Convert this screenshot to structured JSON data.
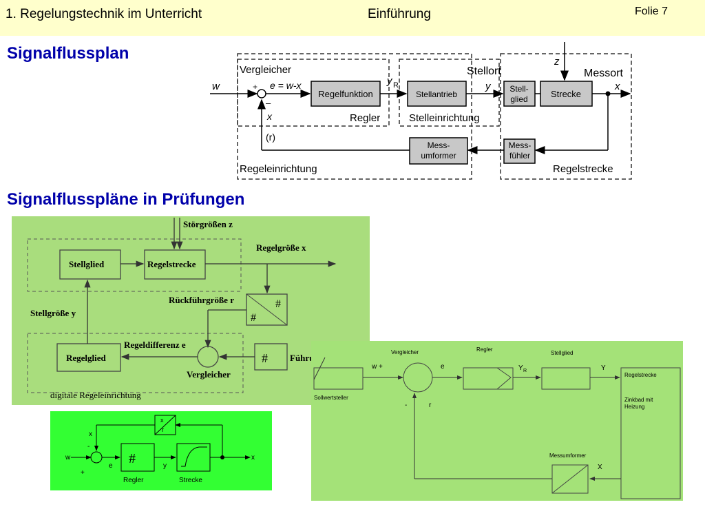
{
  "header": {
    "left": "1. Regelungstechnik im Unterricht",
    "center": "Einführung",
    "slide": "Folie 7"
  },
  "title1": "Signalflussplan",
  "title2": "Signalflusspläne in  Prüfungen",
  "d1": {
    "w": "w",
    "plus": "+",
    "minus": "–",
    "e_eq": "e = w-x",
    "x_fb": "x",
    "r": "(r)",
    "vergleicher": "Vergleicher",
    "regelfunktion": "Regelfunktion",
    "yR_y": "y",
    "yR_R": "R",
    "stellantrieb": "Stellantrieb",
    "y": "y",
    "stellglied1": "Stell-",
    "stellglied2": "glied",
    "strecke": "Strecke",
    "z": "z",
    "x_out": "x",
    "stellort": "Stellort",
    "messort": "Messort",
    "regler": "Regler",
    "stelleinrichtung": "Stelleinrichtung",
    "messumformer1": "Mess-",
    "messumformer2": "umformer",
    "messfuehler1": "Mess-",
    "messfuehler2": "fühler",
    "regeleinrichtung": "Regeleinrichtung",
    "regelstrecke": "Regelstrecke"
  },
  "d2": {
    "stoergroessen": "Störgrößen z",
    "regelgroesse": "Regelgröße x",
    "stellglied": "Stellglied",
    "regelstrecke": "Regelstrecke",
    "rueckfuehrgroesse": "Rückführgröße r",
    "stellgroesse": "Stellgröße y",
    "regeldifferenz": "Regeldifferenz e",
    "regelglied": "Regelglied",
    "vergleicher": "Vergleicher",
    "fuehrung": "Führu",
    "digitale": "digitale Regeleinrichtung"
  },
  "d3": {
    "x_top": "x",
    "minus": "-",
    "w": "w",
    "plus": "+",
    "e": "e",
    "y": "y",
    "x_out": "x",
    "regler": "Regler",
    "strecke": "Strecke",
    "mini_x": "x",
    "mini_r": "r"
  },
  "d4": {
    "vergleicher": "Vergleicher",
    "regler": "Regler",
    "stellglied": "Stellglied",
    "w_plus": "w +",
    "e": "e",
    "yR_y": "Y",
    "yR_R": "R",
    "Y": "Y",
    "regelstrecke": "Regelstrecke",
    "sollwertsteller": "Sollwertsteller",
    "zinkbad1": "Zinkbad mit",
    "zinkbad2": "Heizung",
    "minus": "-",
    "r": "r",
    "messumformer": "Messumformer",
    "X": "X"
  },
  "colors": {
    "header_bg": "#ffffcc",
    "title": "#0000aa",
    "block_fill": "#c8c8c8",
    "scan_green": "#a9dd7d",
    "bright_green": "#33ff33",
    "pale_green": "#a4e278"
  }
}
